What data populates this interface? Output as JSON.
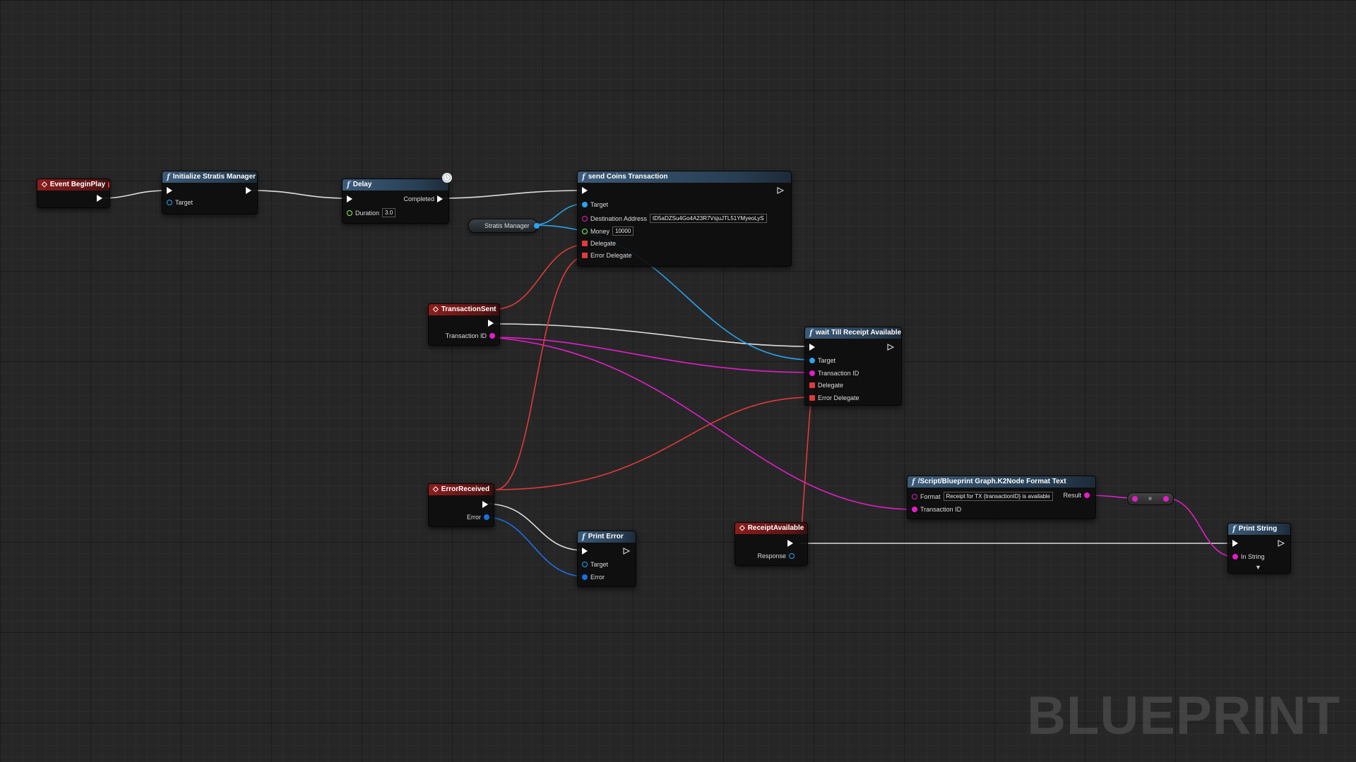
{
  "watermark": "BLUEPRINT",
  "nodes": {
    "event_begin_play": {
      "title": "Event BeginPlay"
    },
    "init_stratis": {
      "title": "Initialize Stratis Manager",
      "target": "Target"
    },
    "delay": {
      "title": "Delay",
      "completed": "Completed",
      "duration_label": "Duration",
      "duration_value": "3.0"
    },
    "send_coins": {
      "title": "send Coins Transaction",
      "target": "Target",
      "dest_label": "Destination Address",
      "dest_value": "tD5aDZSu4Go4A23R7VsjuJTL51YMyeoLyS",
      "money_label": "Money",
      "money_value": "10000",
      "delegate": "Delegate",
      "error_delegate": "Error Delegate"
    },
    "stratis_var": {
      "label": "Stratis Manager"
    },
    "tx_sent": {
      "title": "TransactionSent",
      "tx_id": "Transaction ID"
    },
    "wait_receipt": {
      "title": "wait Till Receipt Available",
      "target": "Target",
      "tx_id": "Transaction ID",
      "delegate": "Delegate",
      "error_delegate": "Error Delegate"
    },
    "error_received": {
      "title": "ErrorReceived",
      "error": "Error"
    },
    "print_error": {
      "title": "Print Error",
      "target": "Target",
      "error": "Error"
    },
    "receipt_available": {
      "title": "ReceiptAvailable",
      "response": "Response"
    },
    "format_text": {
      "title": "/Script/Blueprint Graph.K2Node Format Text",
      "format_label": "Format",
      "format_value": "Receipt for TX {transactionID} is available",
      "result": "Result",
      "tx_id": "Transaction ID"
    },
    "print_string": {
      "title": "Print String",
      "in_string": "In String"
    }
  },
  "colors": {
    "exec": "#ffffff",
    "object": "#2aa3f0",
    "string": "#e01fc7",
    "delegate": "#e03a3a",
    "error": "#1b6fe0"
  }
}
